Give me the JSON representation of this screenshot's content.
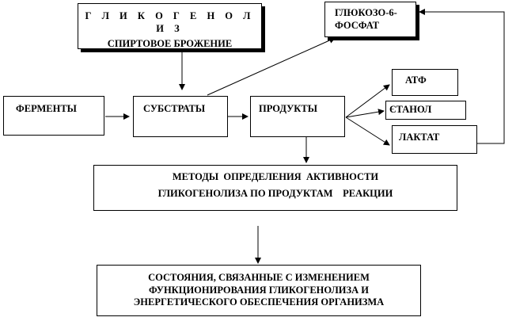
{
  "nodes": {
    "glycogenolysis": {
      "line1": "Г Л И К О Г Е Н О Л И З",
      "line2": "СПИРТОВОЕ БРОЖЕНИЕ"
    },
    "glucose6p": {
      "line1": "ГЛЮКОЗО-6-",
      "line2": "ФОСФАТ"
    },
    "enzymes": {
      "label": "ФЕРМЕНТЫ"
    },
    "substrates": {
      "label": "СУБСТРАТЫ"
    },
    "products": {
      "label": "ПРОДУКТЫ"
    },
    "atp": {
      "label": "АТФ"
    },
    "ethanol": {
      "label": "ЄТАНОЛ"
    },
    "lactate": {
      "label": "ЛАКТАТ"
    },
    "methods": {
      "line1": "МЕТОДЫ  ОПРЕДЕЛЕНИЯ  АКТИВНОСТИ",
      "line2": "ГЛИКОГЕНОЛИЗА ПО ПРОДУКТАМ    РЕАКЦИИ"
    },
    "conditions": {
      "line1": "СОСТОЯНИЯ, СВЯЗАННЫЕ С ИЗМЕНЕНИЕМ",
      "line2": "ФУНКЦИОНИРОВАНИЯ ГЛИКОГЕНОЛИЗА И",
      "line3": "ЭНЕРГЕТИЧЕСКОГО ОБЕСПЕЧЕНИЯ ОРГАНИЗМА"
    }
  }
}
